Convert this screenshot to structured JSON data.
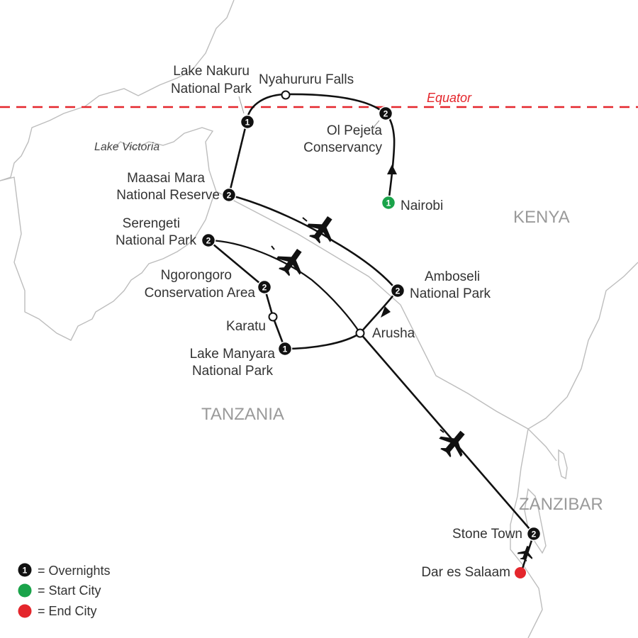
{
  "countries": [
    {
      "id": "kenya",
      "label": "KENYA"
    },
    {
      "id": "tanzania",
      "label": "TANZANIA"
    },
    {
      "id": "zanzibar",
      "label": "ZANZIBAR"
    }
  ],
  "water_labels": [
    {
      "id": "lake-victoria",
      "label": "Lake Victoria"
    }
  ],
  "equator": {
    "label": "Equator",
    "color": "#e4262c"
  },
  "stops": [
    {
      "id": "nairobi",
      "label": "Nairobi",
      "nights": "1",
      "type": "start"
    },
    {
      "id": "ol-pejeta",
      "label_lines": [
        "Ol Pejeta",
        "Conservancy"
      ],
      "nights": "2",
      "type": "overnight"
    },
    {
      "id": "nyahururu",
      "label": "Nyahururu Falls",
      "type": "waypoint"
    },
    {
      "id": "lake-nakuru",
      "label_lines": [
        "Lake Nakuru",
        "National Park"
      ],
      "nights": "1",
      "type": "overnight"
    },
    {
      "id": "maasai-mara",
      "label_lines": [
        "Maasai Mara",
        "National Reserve"
      ],
      "nights": "2",
      "type": "overnight"
    },
    {
      "id": "amboseli",
      "label_lines": [
        "Amboseli",
        "National Park"
      ],
      "nights": "2",
      "type": "overnight"
    },
    {
      "id": "arusha",
      "label": "Arusha",
      "type": "waypoint"
    },
    {
      "id": "lake-manyara",
      "label_lines": [
        "Lake Manyara",
        "National Park"
      ],
      "nights": "1",
      "type": "overnight"
    },
    {
      "id": "karatu",
      "label": "Karatu",
      "type": "waypoint"
    },
    {
      "id": "ngorongoro",
      "label_lines": [
        "Ngorongoro",
        "Conservation Area"
      ],
      "nights": "2",
      "type": "overnight"
    },
    {
      "id": "serengeti",
      "label_lines": [
        "Serengeti",
        "National Park"
      ],
      "nights": "2",
      "type": "overnight"
    },
    {
      "id": "stone-town",
      "label": "Stone Town",
      "nights": "2",
      "type": "overnight"
    },
    {
      "id": "dar-es-salaam",
      "label": "Dar es Salaam",
      "type": "end"
    }
  ],
  "legend": [
    {
      "id": "overnights",
      "symbol": "1",
      "label": "= Overnights",
      "color": "#111111"
    },
    {
      "id": "start-city",
      "label": "= Start City",
      "color": "#1aa34a"
    },
    {
      "id": "end-city",
      "label": "= End City",
      "color": "#e4262c"
    }
  ],
  "colors": {
    "route": "#111111",
    "start": "#1aa34a",
    "end": "#e4262c",
    "border": "#bdbdbd",
    "country_label": "#9a9a9a"
  }
}
